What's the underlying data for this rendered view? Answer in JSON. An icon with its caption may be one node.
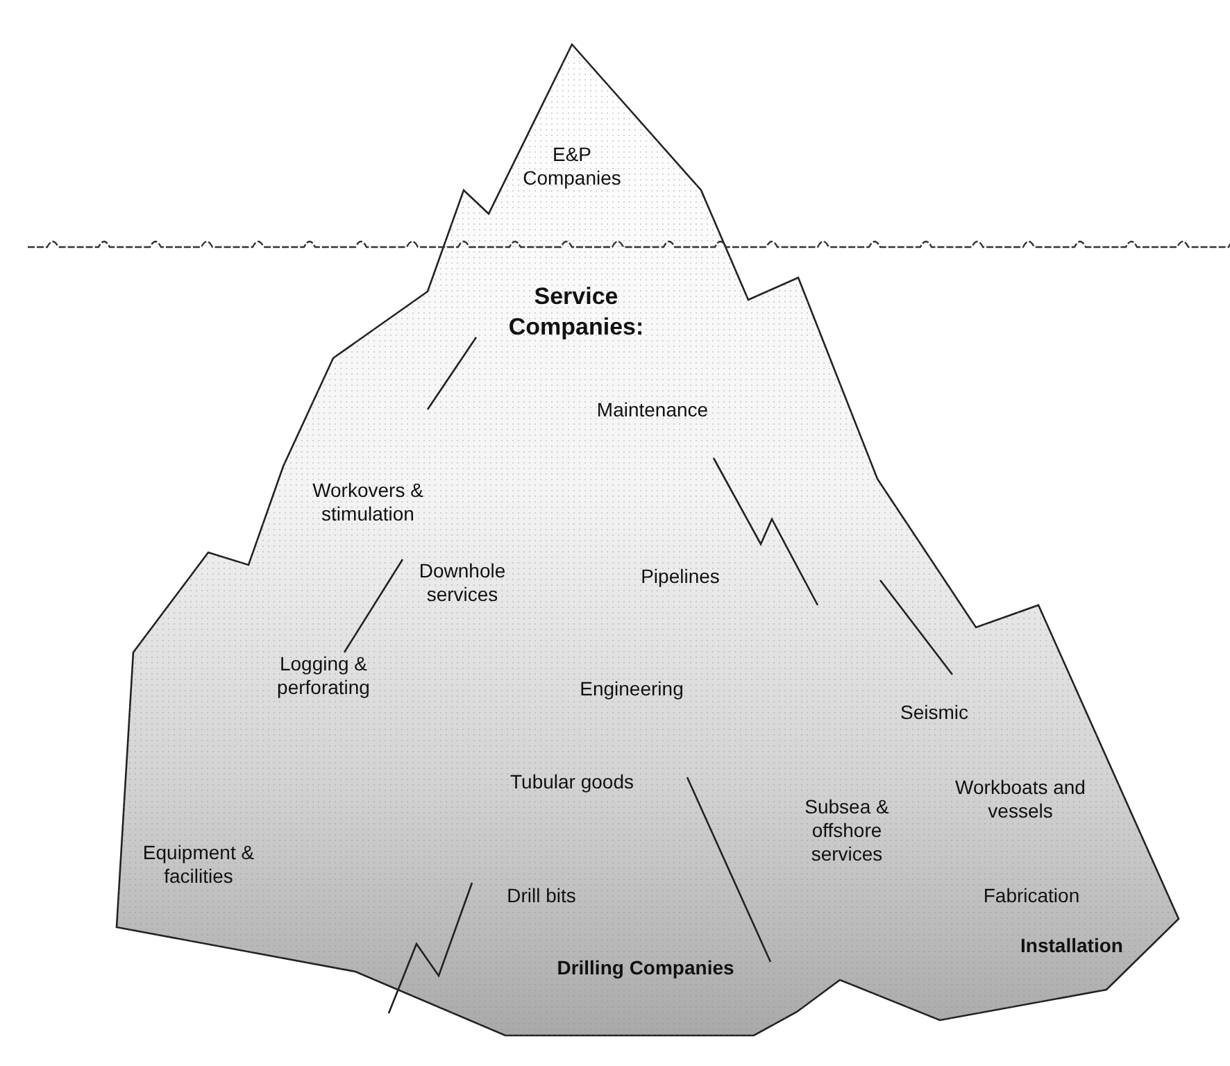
{
  "diagram": {
    "nodes": [
      {
        "text": [
          "E&P Companies",
          "Service Companies:",
          "Maintenance",
          "Workovers & stimulation",
          "Downhole services",
          "Pipelines",
          "Logging & perforating",
          "Engineering",
          "Seismic",
          "Tubular goods",
          "Subsea & offshore services",
          "Workboats and vessels",
          "Equipment & facilities",
          "Drill bits",
          "Fabrication",
          "Drilling Companies",
          "Installation"
        ]
      }
    ]
  }
}
